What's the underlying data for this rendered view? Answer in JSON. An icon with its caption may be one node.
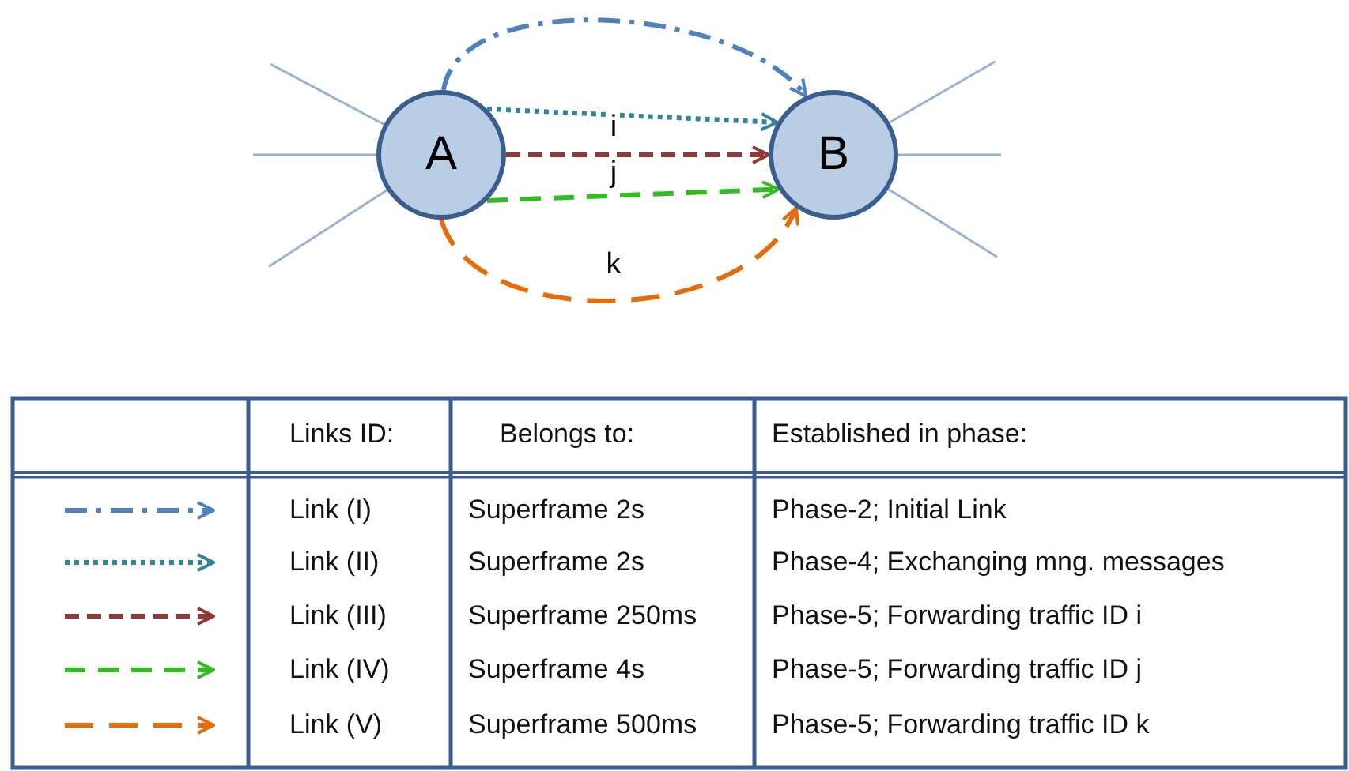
{
  "diagram": {
    "nodes": [
      {
        "text": [
          "A"
        ]
      },
      {
        "text": [
          "B"
        ]
      }
    ],
    "edges": [
      {
        "from": 0,
        "to": 1,
        "arrow": "to",
        "style": "dashed",
        "color": "#4f81bd"
      },
      {
        "from": 0,
        "to": 1,
        "arrow": "to",
        "style": "dashed",
        "color": "#31849b"
      },
      {
        "from": 0,
        "to": 1,
        "arrow": "to",
        "style": "dashed",
        "color": "#953735",
        "label": "i"
      },
      {
        "from": 0,
        "to": 1,
        "arrow": "to",
        "style": "dashed",
        "color": "#33bb22",
        "label": "j"
      },
      {
        "from": 0,
        "to": 1,
        "arrow": "to",
        "style": "dashed",
        "color": "#e46c0a",
        "label": "k"
      },
      {
        "from": 0,
        "to": null,
        "arrow": "none"
      },
      {
        "from": 0,
        "to": null,
        "arrow": "none"
      },
      {
        "from": 0,
        "to": null,
        "arrow": "none"
      },
      {
        "from": 1,
        "to": null,
        "arrow": "none"
      },
      {
        "from": 1,
        "to": null,
        "arrow": "none"
      },
      {
        "from": 1,
        "to": null,
        "arrow": "none"
      }
    ],
    "labels": [
      "Links ID:",
      "Belongs to:",
      "Established in phase:",
      "Link (I)",
      "Superframe 2s",
      "Phase-2; Initial Link",
      "Link (II)",
      "Superframe 2s",
      "Phase-4; Exchanging mng. messages",
      "Link (III)",
      "Superframe 250ms",
      "Phase-5; Forwarding traffic ID i",
      "Link (IV)",
      "Superframe 4s",
      "Phase-5; Forwarding traffic ID j",
      "Link (V)",
      "Superframe 500ms",
      "Phase-5; Forwarding traffic ID k"
    ]
  }
}
